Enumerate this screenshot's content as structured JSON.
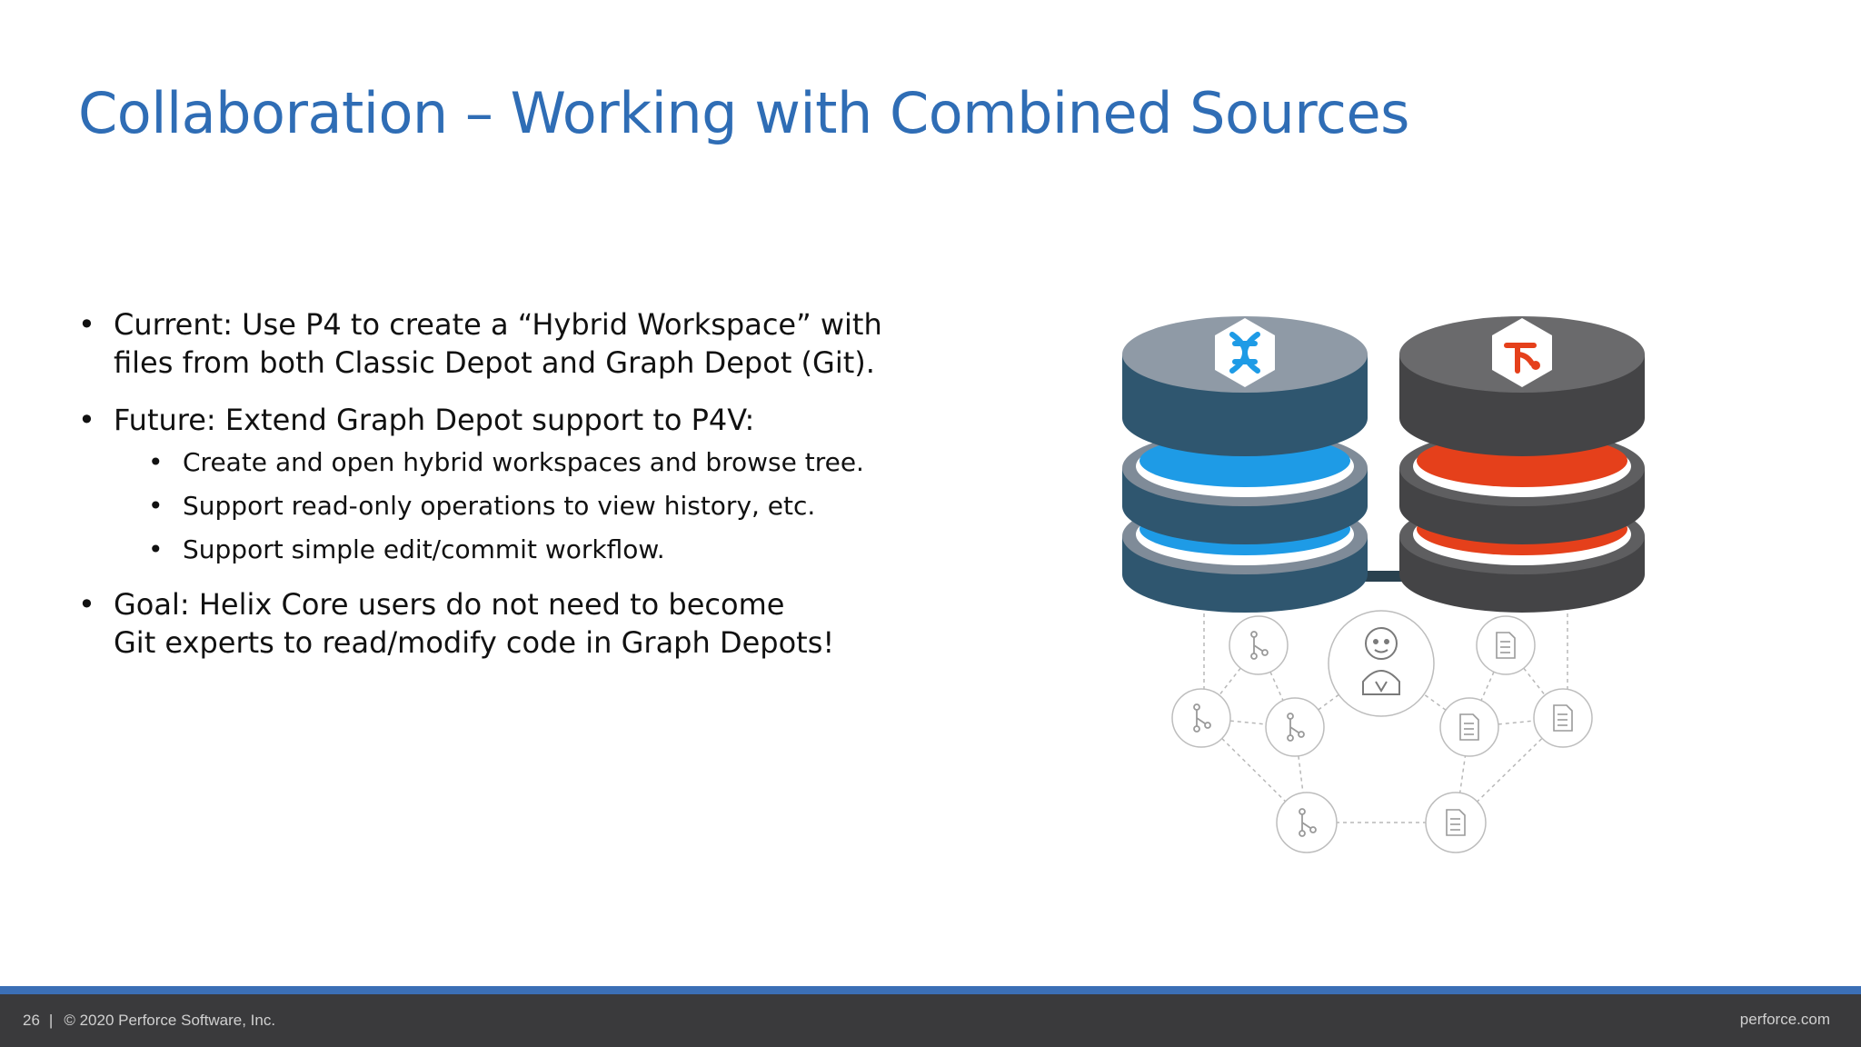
{
  "slide": {
    "title": "Collaboration – Working with Combined Sources",
    "bullets": [
      {
        "lines": [
          "Current: Use P4 to create a “Hybrid Workspace” with",
          "files from both Classic Depot and Graph Depot (Git)."
        ]
      },
      {
        "lines": [
          "Future: Extend Graph Depot support to P4V:"
        ],
        "sub": [
          "Create and open hybrid workspaces and browse tree.",
          "Support read-only operations to view history, etc.",
          "Support simple edit/commit workflow."
        ]
      },
      {
        "lines": [
          "Goal: Helix Core users do not need to become",
          "Git experts to read/modify code in Graph Depots!"
        ]
      }
    ]
  },
  "illustration": {
    "left_icon": "helix-dna-icon",
    "right_icon": "git-branch-icon",
    "hub_icon": "jenkins-icon",
    "node_icons": [
      "git-branch-icon",
      "binary-file-icon"
    ],
    "colors": {
      "classic_accent": "#1e9be6",
      "graph_accent": "#e5401b",
      "classic_body": "#2f566f",
      "graph_body": "#444446"
    }
  },
  "footer": {
    "page_number": "26",
    "separator": "|",
    "copyright": "© 2020 Perforce Software, Inc.",
    "site": "perforce.com"
  }
}
